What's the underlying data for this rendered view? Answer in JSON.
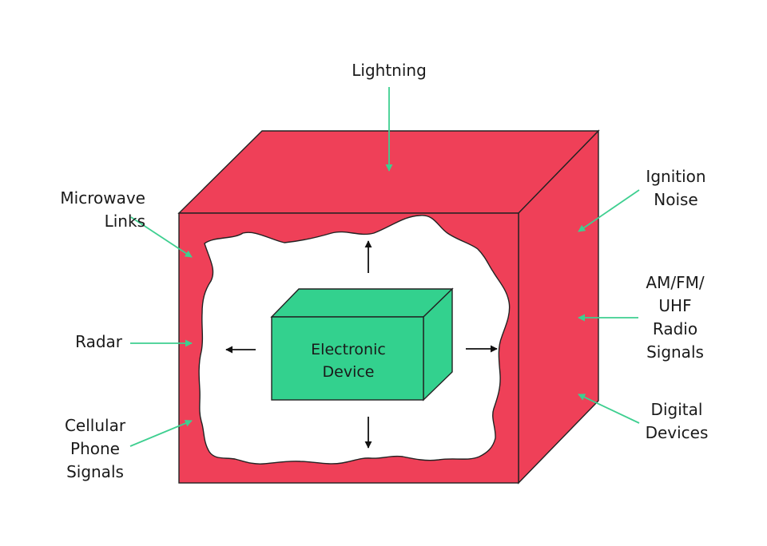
{
  "colors": {
    "box_face": "#ef4058",
    "box_top": "#ef4058",
    "box_side": "#ef4058",
    "device_front": "#33d18e",
    "device_top": "#33d18e",
    "device_side": "#33d18e",
    "accent_arrow": "#3ecf90",
    "outline": "#222222"
  },
  "device": {
    "line1": "Electronic",
    "line2": "Device"
  },
  "sources": {
    "lightning": [
      "Lightning"
    ],
    "ignition": [
      "Ignition",
      "Noise"
    ],
    "microwave": [
      "Microwave",
      "Links"
    ],
    "radio": [
      "AM/FM/",
      "UHF",
      "Radio",
      "Signals"
    ],
    "radar": [
      "Radar"
    ],
    "digital": [
      "Digital",
      "Devices"
    ],
    "cellular": [
      "Cellular",
      "Phone",
      "Signals"
    ]
  }
}
